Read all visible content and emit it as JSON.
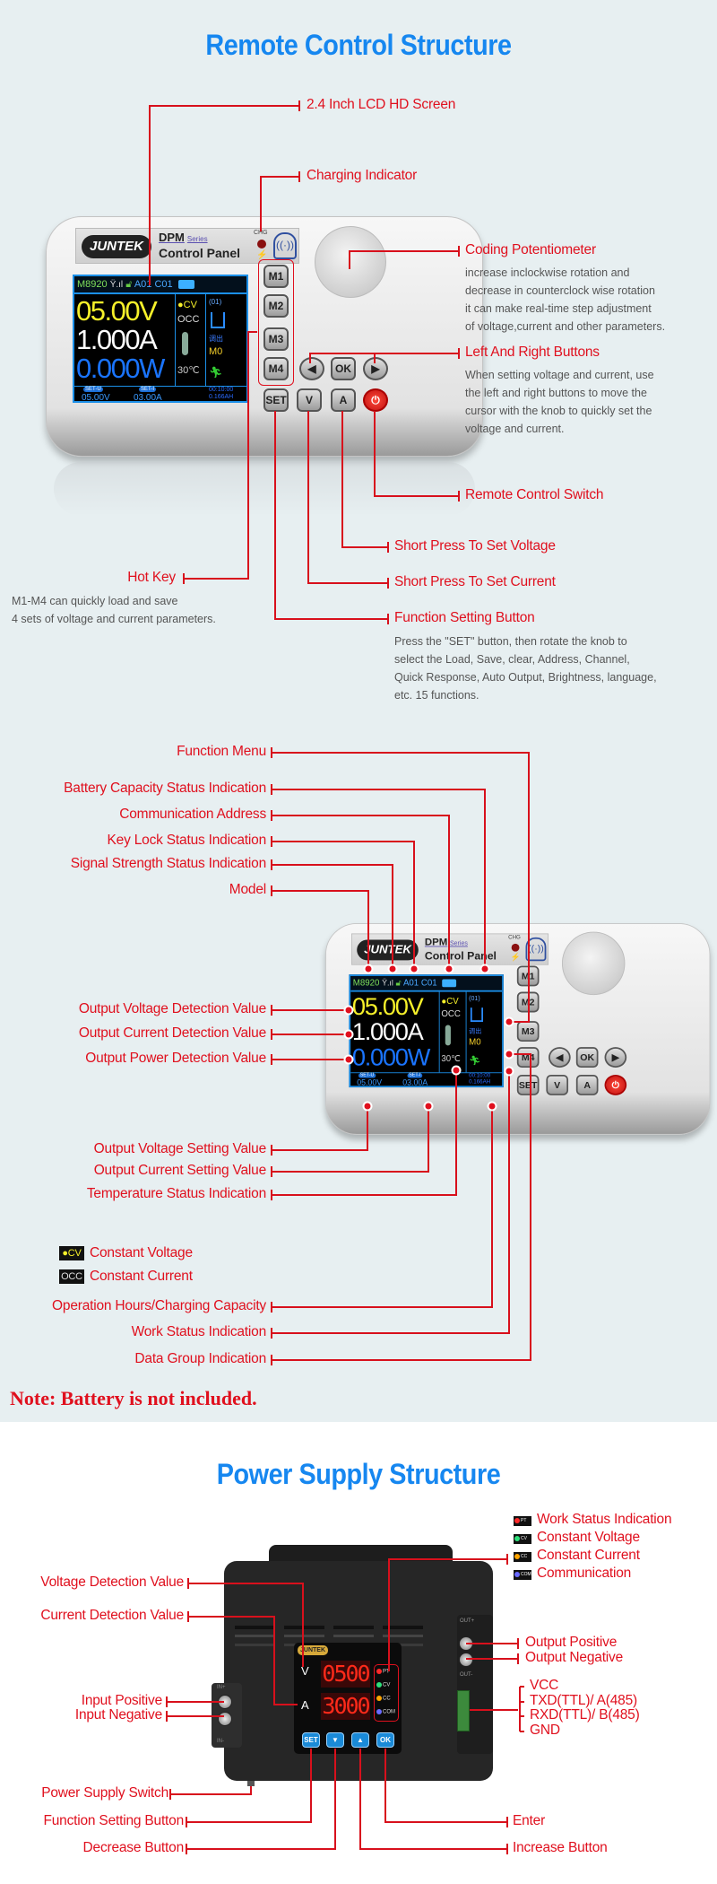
{
  "section1": {
    "title": "Remote Control Structure",
    "labels": {
      "lcd": "2.4 Inch LCD HD Screen",
      "charging": "Charging Indicator",
      "potentiometer": "Coding Potentiometer",
      "potentiometer_desc": [
        "increase inclockwise rotation and",
        "decrease in counterclock wise rotation",
        "it can make real-time step adjustment",
        "of voltage,current and other parameters."
      ],
      "left_right": "Left And Right Buttons",
      "left_right_desc": [
        "When setting voltage and current, use",
        "the left and right buttons to move the",
        "cursor with the knob to quickly set the",
        "voltage and current."
      ],
      "remote_switch": "Remote Control Switch",
      "set_voltage": "Short Press To Set Voltage",
      "set_current": "Short Press To Set Current",
      "function_setting": "Function Setting Button",
      "function_setting_desc": [
        "Press the \"SET\" button, then rotate the knob to",
        "select the Load, Save, clear, Address, Channel,",
        "Quick Response, Auto Output, Brightness, language,",
        "etc. 15 functions."
      ],
      "hot_key": "Hot Key",
      "hot_key_desc": [
        "M1-M4 can quickly  load and save",
        "4 sets of voltage and current parameters."
      ]
    }
  },
  "device": {
    "brand": "JUNTEK",
    "series_name": "DPM",
    "series": "Series",
    "panel": "Control Panel",
    "chg": "CHG",
    "model": "M8920",
    "address": "A01 C01",
    "voltage": "05.00V",
    "current": "1.000A",
    "power": "0.000W",
    "cv": "●CV",
    "cc": "OCC",
    "temperature": "30℃",
    "group": "(01)",
    "callout": "调出",
    "memory": "M0",
    "set_u_tag": "SET-U",
    "set_u": "05.00V",
    "set_i_tag": "SET-I",
    "set_i": "03.00A",
    "hours": "00:10:00",
    "capacity": "0.166AH",
    "buttons": {
      "m1": "M1",
      "m2": "M2",
      "m3": "M3",
      "m4": "M4",
      "left": "◀",
      "ok": "OK",
      "right": "▶",
      "set": "SET",
      "v": "V",
      "a": "A",
      "power": "⏻"
    }
  },
  "section2": {
    "labels": {
      "function_menu": "Function Menu",
      "battery": "Battery Capacity Status Indication",
      "comm_address": "Communication Address",
      "key_lock": "Key Lock Status Indication",
      "signal": "Signal Strength Status Indication",
      "model": "Model",
      "out_v_detect": "Output Voltage Detection Value",
      "out_i_detect": "Output Current Detection Value",
      "out_p_detect": "Output Power Detection Value",
      "out_v_set": "Output Voltage Setting Value",
      "out_i_set": "Output Current Setting Value",
      "temperature": "Temperature Status Indication",
      "cv_icon": "●CV",
      "cv": "Constant Voltage",
      "cc_icon": "OCC",
      "cc": "Constant Current",
      "op_hours": "Operation Hours/Charging Capacity",
      "work_status": "Work Status Indication",
      "data_group": "Data Group Indication"
    },
    "note": "Note: Battery is not included."
  },
  "section3": {
    "title": "Power Supply Structure",
    "legend": [
      {
        "tag": "PT",
        "label": "Work Status Indication",
        "color": "#ff2a2a"
      },
      {
        "tag": "CV",
        "label": "Constant Voltage",
        "color": "#2ee07a"
      },
      {
        "tag": "CC",
        "label": "Constant Current",
        "color": "#ffa500"
      },
      {
        "tag": "COM",
        "label": "Communication",
        "color": "#6a6aff"
      }
    ],
    "labels": {
      "voltage_detect": "Voltage Detection Value",
      "current_detect": "Current Detection Value",
      "out_pos": "Output Positive",
      "out_neg": "Output Negative",
      "vcc": "VCC",
      "txd": "TXD(TTL)/ A(485)",
      "rxd": "RXD(TTL)/ B(485)",
      "gnd": "GND",
      "in_pos": "Input Positive",
      "in_neg": "Input Negative",
      "power_switch": "Power Supply Switch",
      "function_setting": "Function Setting Button",
      "decrease": "Decrease Button",
      "enter": "Enter",
      "increase": "Increase Button"
    },
    "unit": {
      "brand": "JUNTEK",
      "v_label": "V",
      "a_label": "A",
      "voltage": "0500",
      "current": "3000",
      "out_plus": "OUT+",
      "out_minus": "OUT-",
      "in_plus": "IN+",
      "in_minus": "IN-",
      "buttons": {
        "set": "SET",
        "down": "▼",
        "up": "▲",
        "ok": "OK"
      }
    }
  }
}
